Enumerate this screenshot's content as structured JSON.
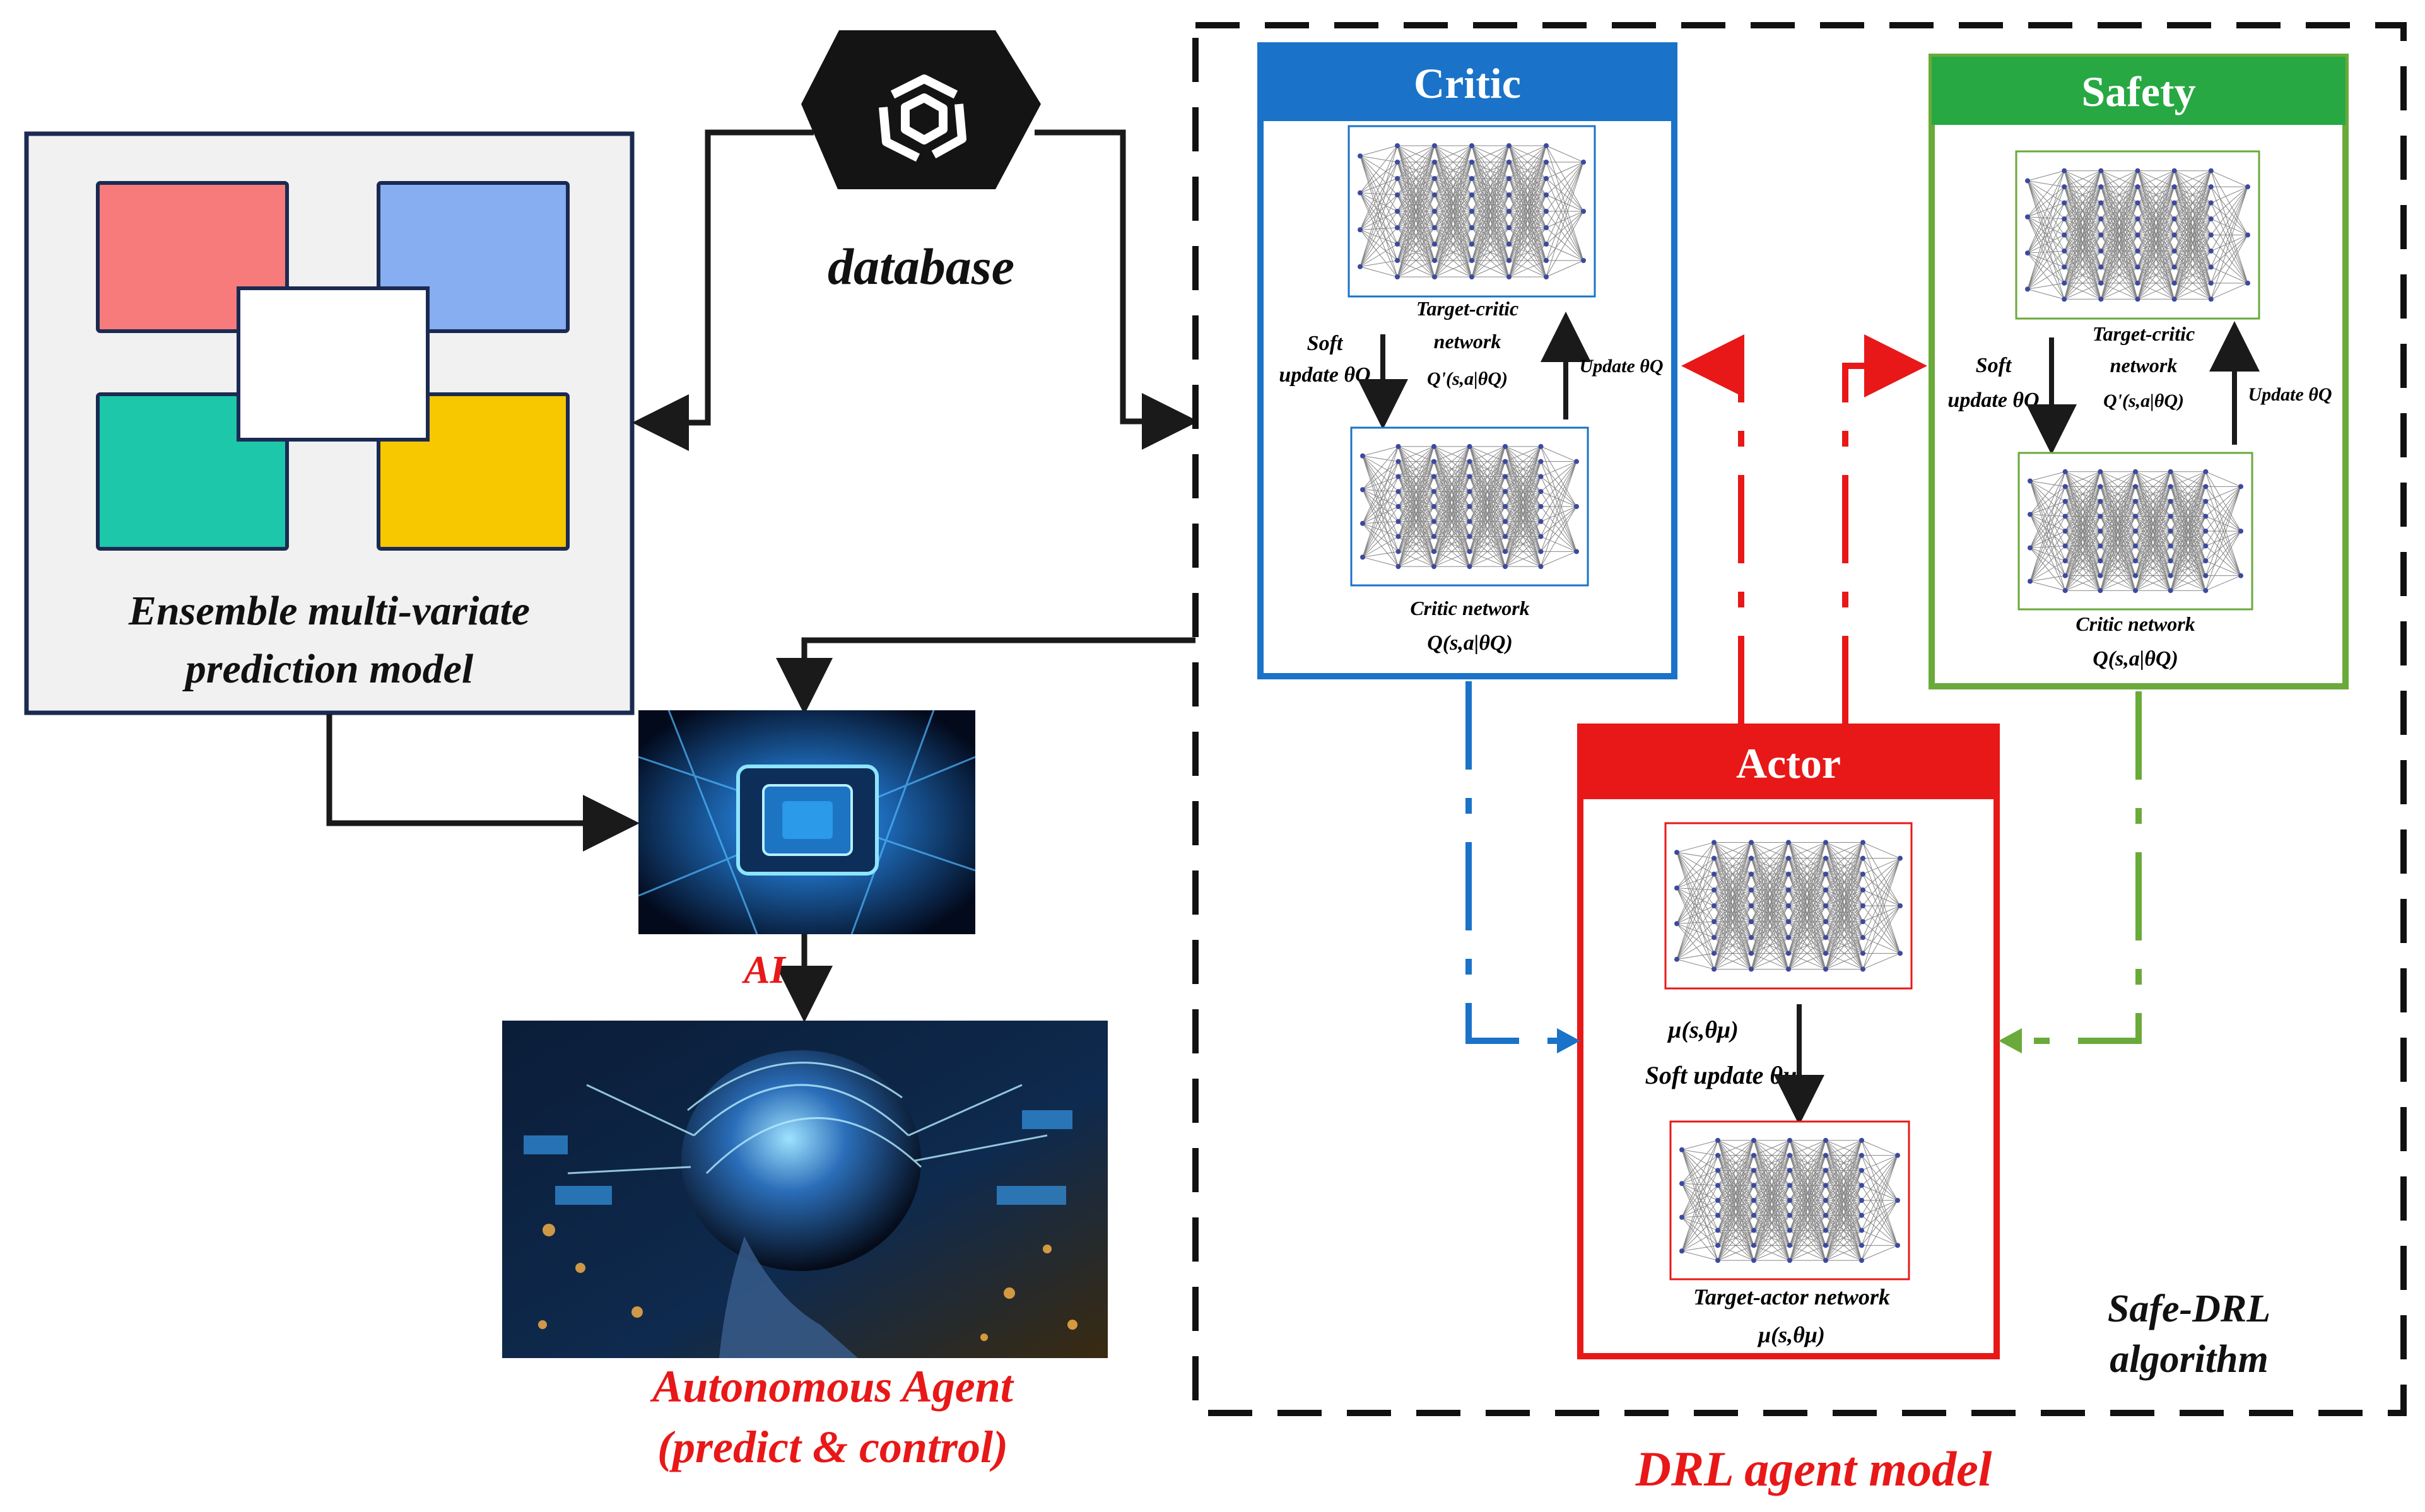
{
  "database": {
    "label": "database"
  },
  "ensemble": {
    "label_line1": "Ensemble multi-variate",
    "label_line2": "prediction model"
  },
  "ai": {
    "label": "AI"
  },
  "agent": {
    "label_line1": "Autonomous Agent",
    "label_line2": "(predict & control)"
  },
  "critic": {
    "title": "Critic",
    "target_label_line1": "Target-critic",
    "target_label_line2": "network",
    "target_formula": "Q'(s,a|θQ)",
    "soft_update_line1": "Soft",
    "soft_update_line2": "update θQ",
    "update_label": "Update θQ",
    "net_label": "Critic network",
    "net_formula": "Q(s,a|θQ)"
  },
  "safety": {
    "title": "Safety",
    "target_label_line1": "Target-critic",
    "target_label_line2": "network",
    "target_formula": "Q'(s,a|θQ)",
    "soft_update_line1": "Soft",
    "soft_update_line2": "update θQ",
    "update_label": "Update θQ",
    "net_label": "Critic network",
    "net_formula": "Q(s,a|θQ)"
  },
  "actor": {
    "title": "Actor",
    "policy_formula": "μ(s,θμ)",
    "soft_update": "Soft update θμ",
    "target_label": "Target-actor network",
    "target_formula": "μ(s,θμ)"
  },
  "safe_drl": {
    "line1": "Safe-DRL",
    "line2": "algorithm"
  },
  "drl_agent": {
    "label": "DRL agent model"
  },
  "colors": {
    "critic": "#1a73c8",
    "safety": "#6aaa3a",
    "safety_header": "#27a843",
    "actor": "#e81818",
    "label_red": "#e81818",
    "tile_red": "#f77b7b",
    "tile_blue": "#86aef0",
    "tile_teal": "#1cc7aa",
    "tile_yellow": "#f7c700"
  }
}
